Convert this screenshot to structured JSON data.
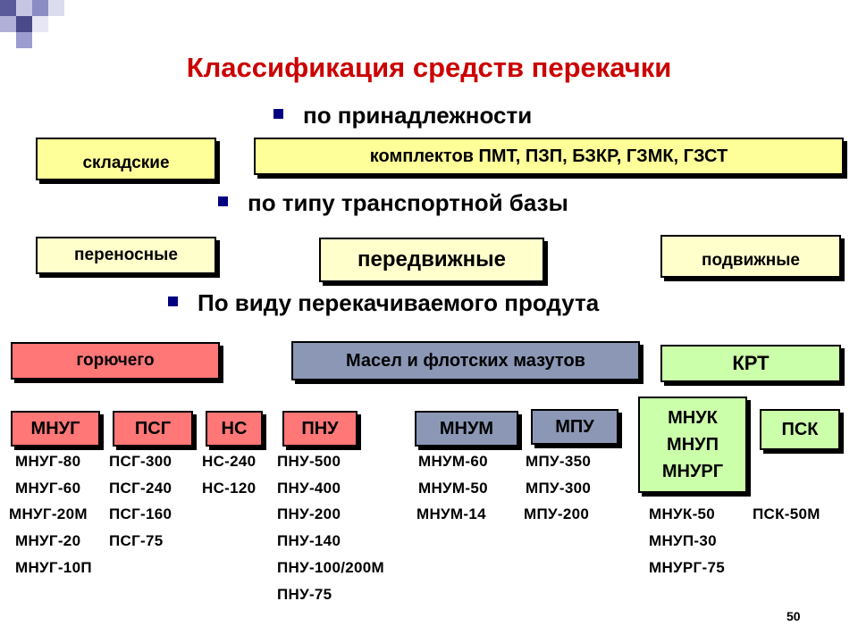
{
  "title": "Классификация средств перекачки",
  "bullets": {
    "ownership": "по принадлежности",
    "transport_base": "по типу транспортной базы",
    "product_type": "По виду перекачиваемого продута"
  },
  "boxes": {
    "warehouse": "складские",
    "kits": "комплектов ПМТ, ПЗП, БЗКР, ГЗМК, ГЗСТ",
    "portable": "переносные",
    "mobile": "передвижные",
    "movable": "подвижные",
    "fuel": "горючего",
    "oils": "Масел и флотских мазутов",
    "krt": "КРТ"
  },
  "subtypes": {
    "mnug": "МНУГ",
    "psg": "ПСГ",
    "ns": "НС",
    "pnu": "ПНУ",
    "mnum": "МНУМ",
    "mpu": "МПУ",
    "mnuk_lines": [
      "МНУК",
      "МНУП",
      "МНУРГ"
    ],
    "psk": "ПСК"
  },
  "lists": {
    "mnug": [
      "МНУГ-80",
      "МНУГ-60",
      "МНУГ-20М",
      "МНУГ-20",
      "МНУГ-10П"
    ],
    "psg": [
      "ПСГ-300",
      "ПСГ-240",
      "ПСГ-160",
      "ПСГ-75"
    ],
    "ns": [
      "НС-240",
      "НС-120"
    ],
    "pnu": [
      "ПНУ-500",
      "ПНУ-400",
      "ПНУ-200",
      "ПНУ-140",
      "ПНУ-100/200М",
      "ПНУ-75"
    ],
    "mnum": [
      "МНУМ-60",
      "МНУМ-50",
      "МНУМ-14"
    ],
    "mpu": [
      "МПУ-350",
      "МПУ-300",
      "МПУ-200"
    ],
    "mnuk": [
      "МНУК-50",
      "МНУП-30",
      "МНУРГ-75"
    ],
    "psk": [
      "ПСК-50М"
    ]
  },
  "page_number": "50",
  "colors": {
    "title": "#cc0000",
    "bullet": "#000080",
    "yellow": "#ffff99",
    "pink": "#ff7777",
    "slate": "#8b97b5",
    "green": "#ccffaa"
  }
}
